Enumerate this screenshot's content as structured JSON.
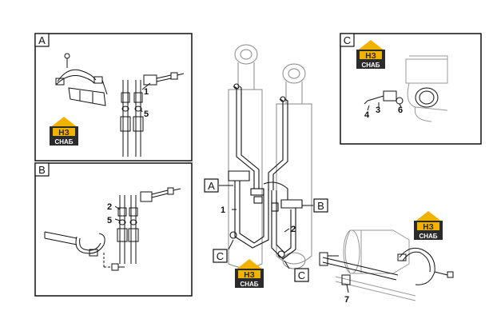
{
  "panels": {
    "a": {
      "letter": "A"
    },
    "b": {
      "letter": "B"
    },
    "c": {
      "letter": "C"
    }
  },
  "callouts": {
    "a_main": "A",
    "b_main": "B",
    "c_lower_left": "C",
    "c_lower_right": "C"
  },
  "part_numbers": {
    "a_1": "1",
    "a_5": "5",
    "b_2": "2",
    "b_5": "5",
    "c_4": "4",
    "c_3": "3",
    "c_6": "6",
    "main_1": "1",
    "main_2": "2",
    "detail_7": "7"
  },
  "logo": {
    "top_text": "НЗ",
    "bottom_text": "СНАБ"
  },
  "colors": {
    "logo_yellow": "#f2b300",
    "logo_dark": "#2b2b2b",
    "line": "#111111"
  }
}
